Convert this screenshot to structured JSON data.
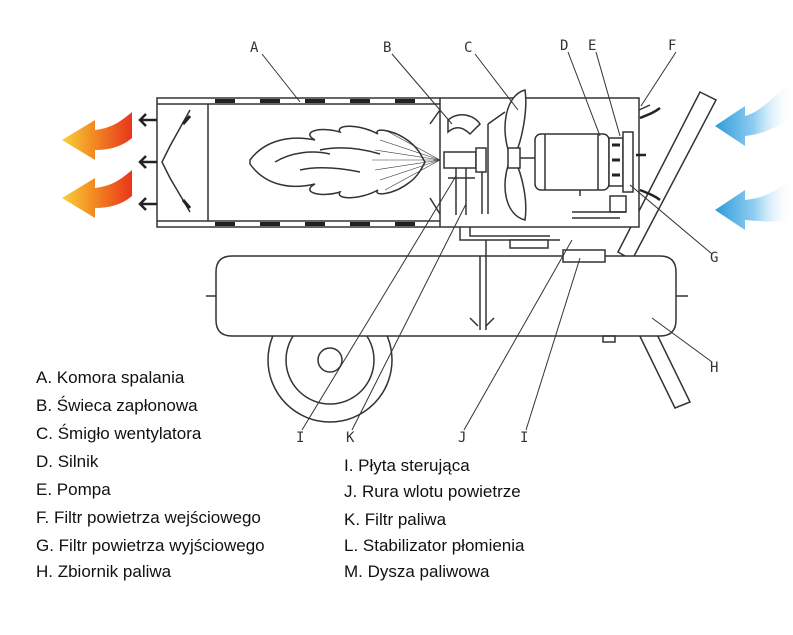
{
  "callouts": {
    "A": "A",
    "B": "B",
    "C": "C",
    "D": "D",
    "E": "E",
    "F": "F",
    "G": "G",
    "H": "H",
    "I": "I",
    "J": "J",
    "K": "K"
  },
  "legend": {
    "left": [
      "A. Komora spalania",
      "B. Świeca zapłonowa",
      "C. Śmigło wentylatora",
      "D. Silnik",
      "E. Pompa",
      "F. Filtr powietrza wejściowego",
      "G. Filtr powietrza wyjściowego",
      "H. Zbiornik paliwa"
    ],
    "right": [
      "I. Płyta sterująca",
      "J. Rura wlotu powietrze",
      "K. Filtr paliwa",
      "L. Stabilizator płomienia",
      "M. Dysza paliwowa"
    ]
  },
  "colors": {
    "line": "#333333",
    "hot_arrow_start": "#f7d23a",
    "hot_arrow_end": "#e8361b",
    "cold_arrow_start": "#ffffff",
    "cold_arrow_end": "#3aa7e0"
  }
}
